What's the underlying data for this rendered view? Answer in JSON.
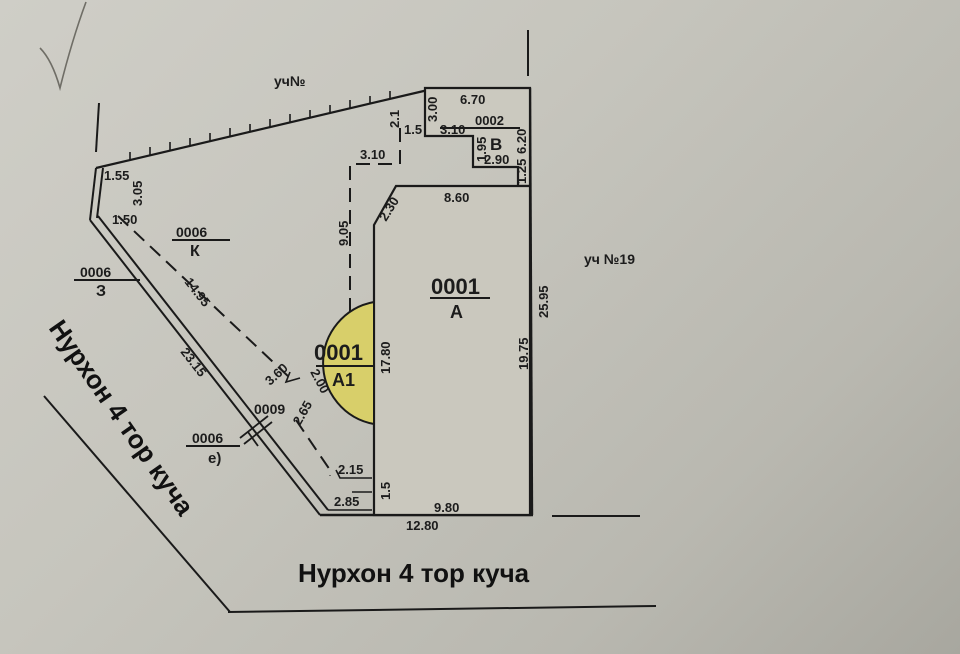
{
  "plan": {
    "neighbor_top": "уч№",
    "neighbor_right": "уч №19",
    "street_bottom": "Нурхон 4 тор куча",
    "street_left": "Нурхон 4 тор куча"
  },
  "parcels": {
    "main_a": {
      "code": "0001",
      "letter": "А"
    },
    "annex_a1": {
      "code": "0001",
      "letter": "А1"
    },
    "building_b": {
      "code": "0002",
      "letter": "В"
    },
    "yard_k": {
      "code": "0006",
      "letter": "К"
    },
    "yard_z": {
      "code": "0006",
      "letter": "З"
    },
    "yard_e": {
      "code": "0006",
      "letter": "е)"
    },
    "gate": {
      "code": "0009"
    }
  },
  "dimensions": {
    "b_top": "6.70",
    "b_left": "3.00",
    "b_step": "3.10",
    "b_small": "1.5",
    "b_inner_v": "1.95",
    "b_inner_h": "2.90",
    "b_right": "6.20",
    "b_gap": "1.25",
    "tick_21": "2.1",
    "dash_top": "3.10",
    "dash_left": "9.05",
    "a_chamfer": "2.30",
    "a_top": "8.60",
    "a_left": "17.80",
    "a_right": "19.75",
    "lot_right": "25.95",
    "a_bottom": "9.80",
    "lot_bottom": "12.80",
    "corner_155": "1.55",
    "corner_150": "1.50",
    "corner_305": "3.05",
    "diag_1495": "14.95",
    "diag_2315": "23.15",
    "d_360": "3.60",
    "d_200": "2.00",
    "d_265": "2.65",
    "d_215": "2.15",
    "d_285": "2.85",
    "d_15": "1.5"
  },
  "colors": {
    "line": "#1a1a1a",
    "annex_fill": "#d8cf6a",
    "building_fill": "#c9c7bd"
  }
}
